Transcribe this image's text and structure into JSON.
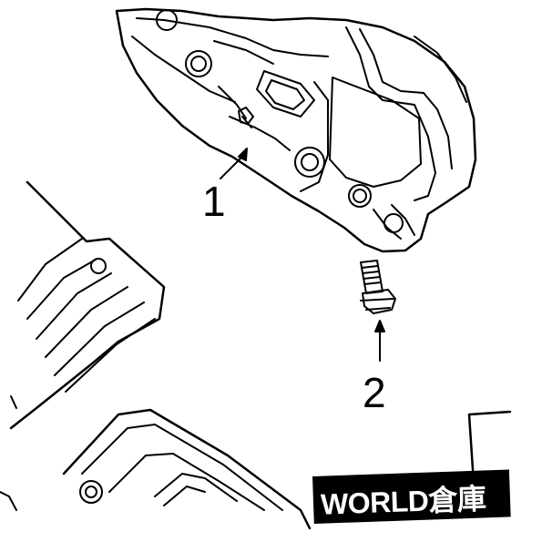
{
  "callouts": {
    "part_1": "1",
    "part_2": "2"
  },
  "watermark": {
    "text": "WORLD倉庫"
  },
  "colors": {
    "line": "#000000",
    "background": "#ffffff",
    "watermark_bg": "#000000",
    "watermark_text": "#ffffff"
  }
}
